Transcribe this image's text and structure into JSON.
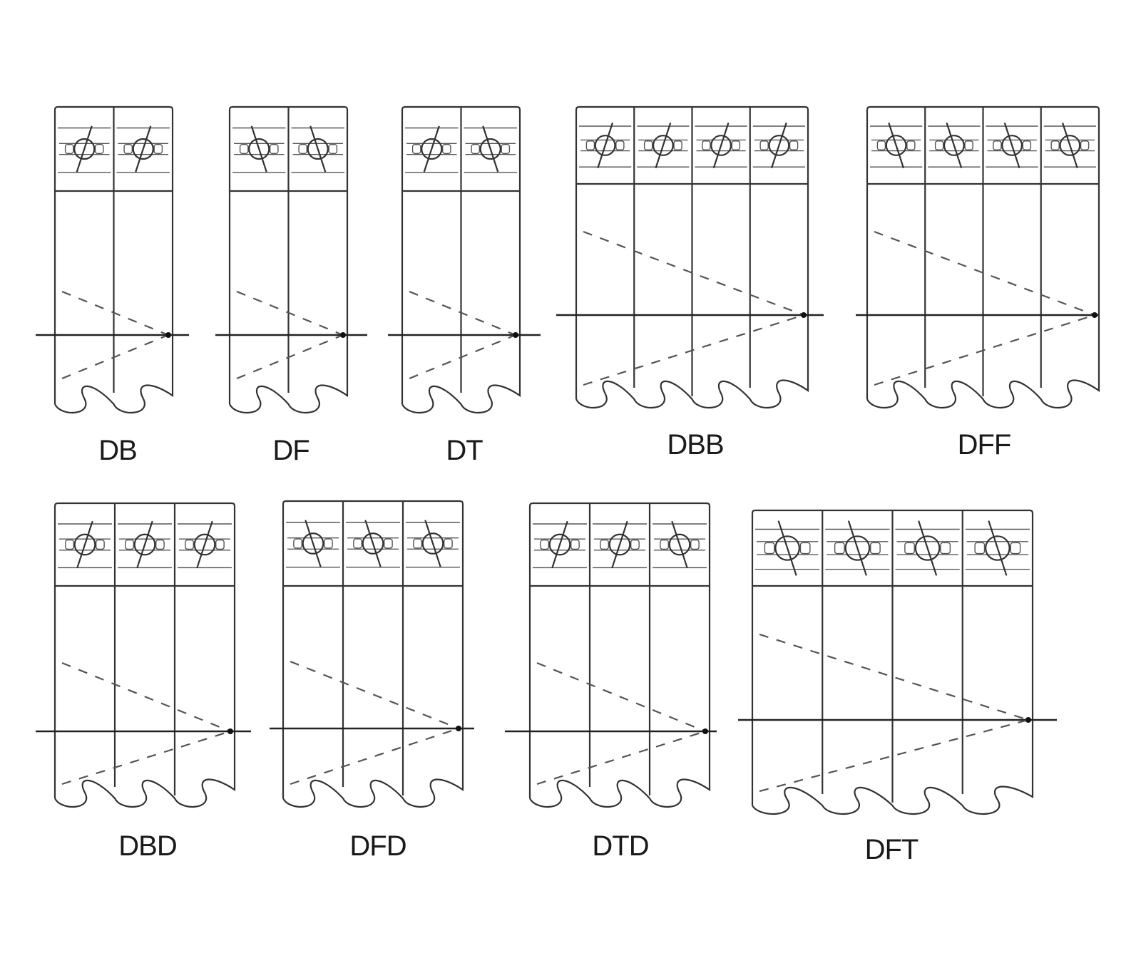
{
  "diagram": {
    "arrangements": [
      {
        "id": "db",
        "label": "DB",
        "rows": 2,
        "contact": [
          "b",
          "b"
        ]
      },
      {
        "id": "df",
        "label": "DF",
        "rows": 2,
        "contact": [
          "f",
          "f"
        ]
      },
      {
        "id": "dt",
        "label": "DT",
        "rows": 2,
        "contact": [
          "b",
          "f"
        ]
      },
      {
        "id": "dbb",
        "label": "DBB",
        "rows": 4,
        "contact": [
          "b",
          "b",
          "b",
          "b"
        ]
      },
      {
        "id": "dff",
        "label": "DFF",
        "rows": 4,
        "contact": [
          "f",
          "f",
          "f",
          "f"
        ]
      },
      {
        "id": "dbd",
        "label": "DBD",
        "rows": 3,
        "contact": [
          "b",
          "b",
          "b"
        ]
      },
      {
        "id": "dfd",
        "label": "DFD",
        "rows": 3,
        "contact": [
          "f",
          "f",
          "f"
        ]
      },
      {
        "id": "dtd",
        "label": "DTD",
        "rows": 3,
        "contact": [
          "b",
          "b",
          "f"
        ]
      },
      {
        "id": "dft",
        "label": "DFT",
        "rows": 4,
        "contact": [
          "f",
          "f",
          "f",
          "f"
        ]
      }
    ]
  }
}
